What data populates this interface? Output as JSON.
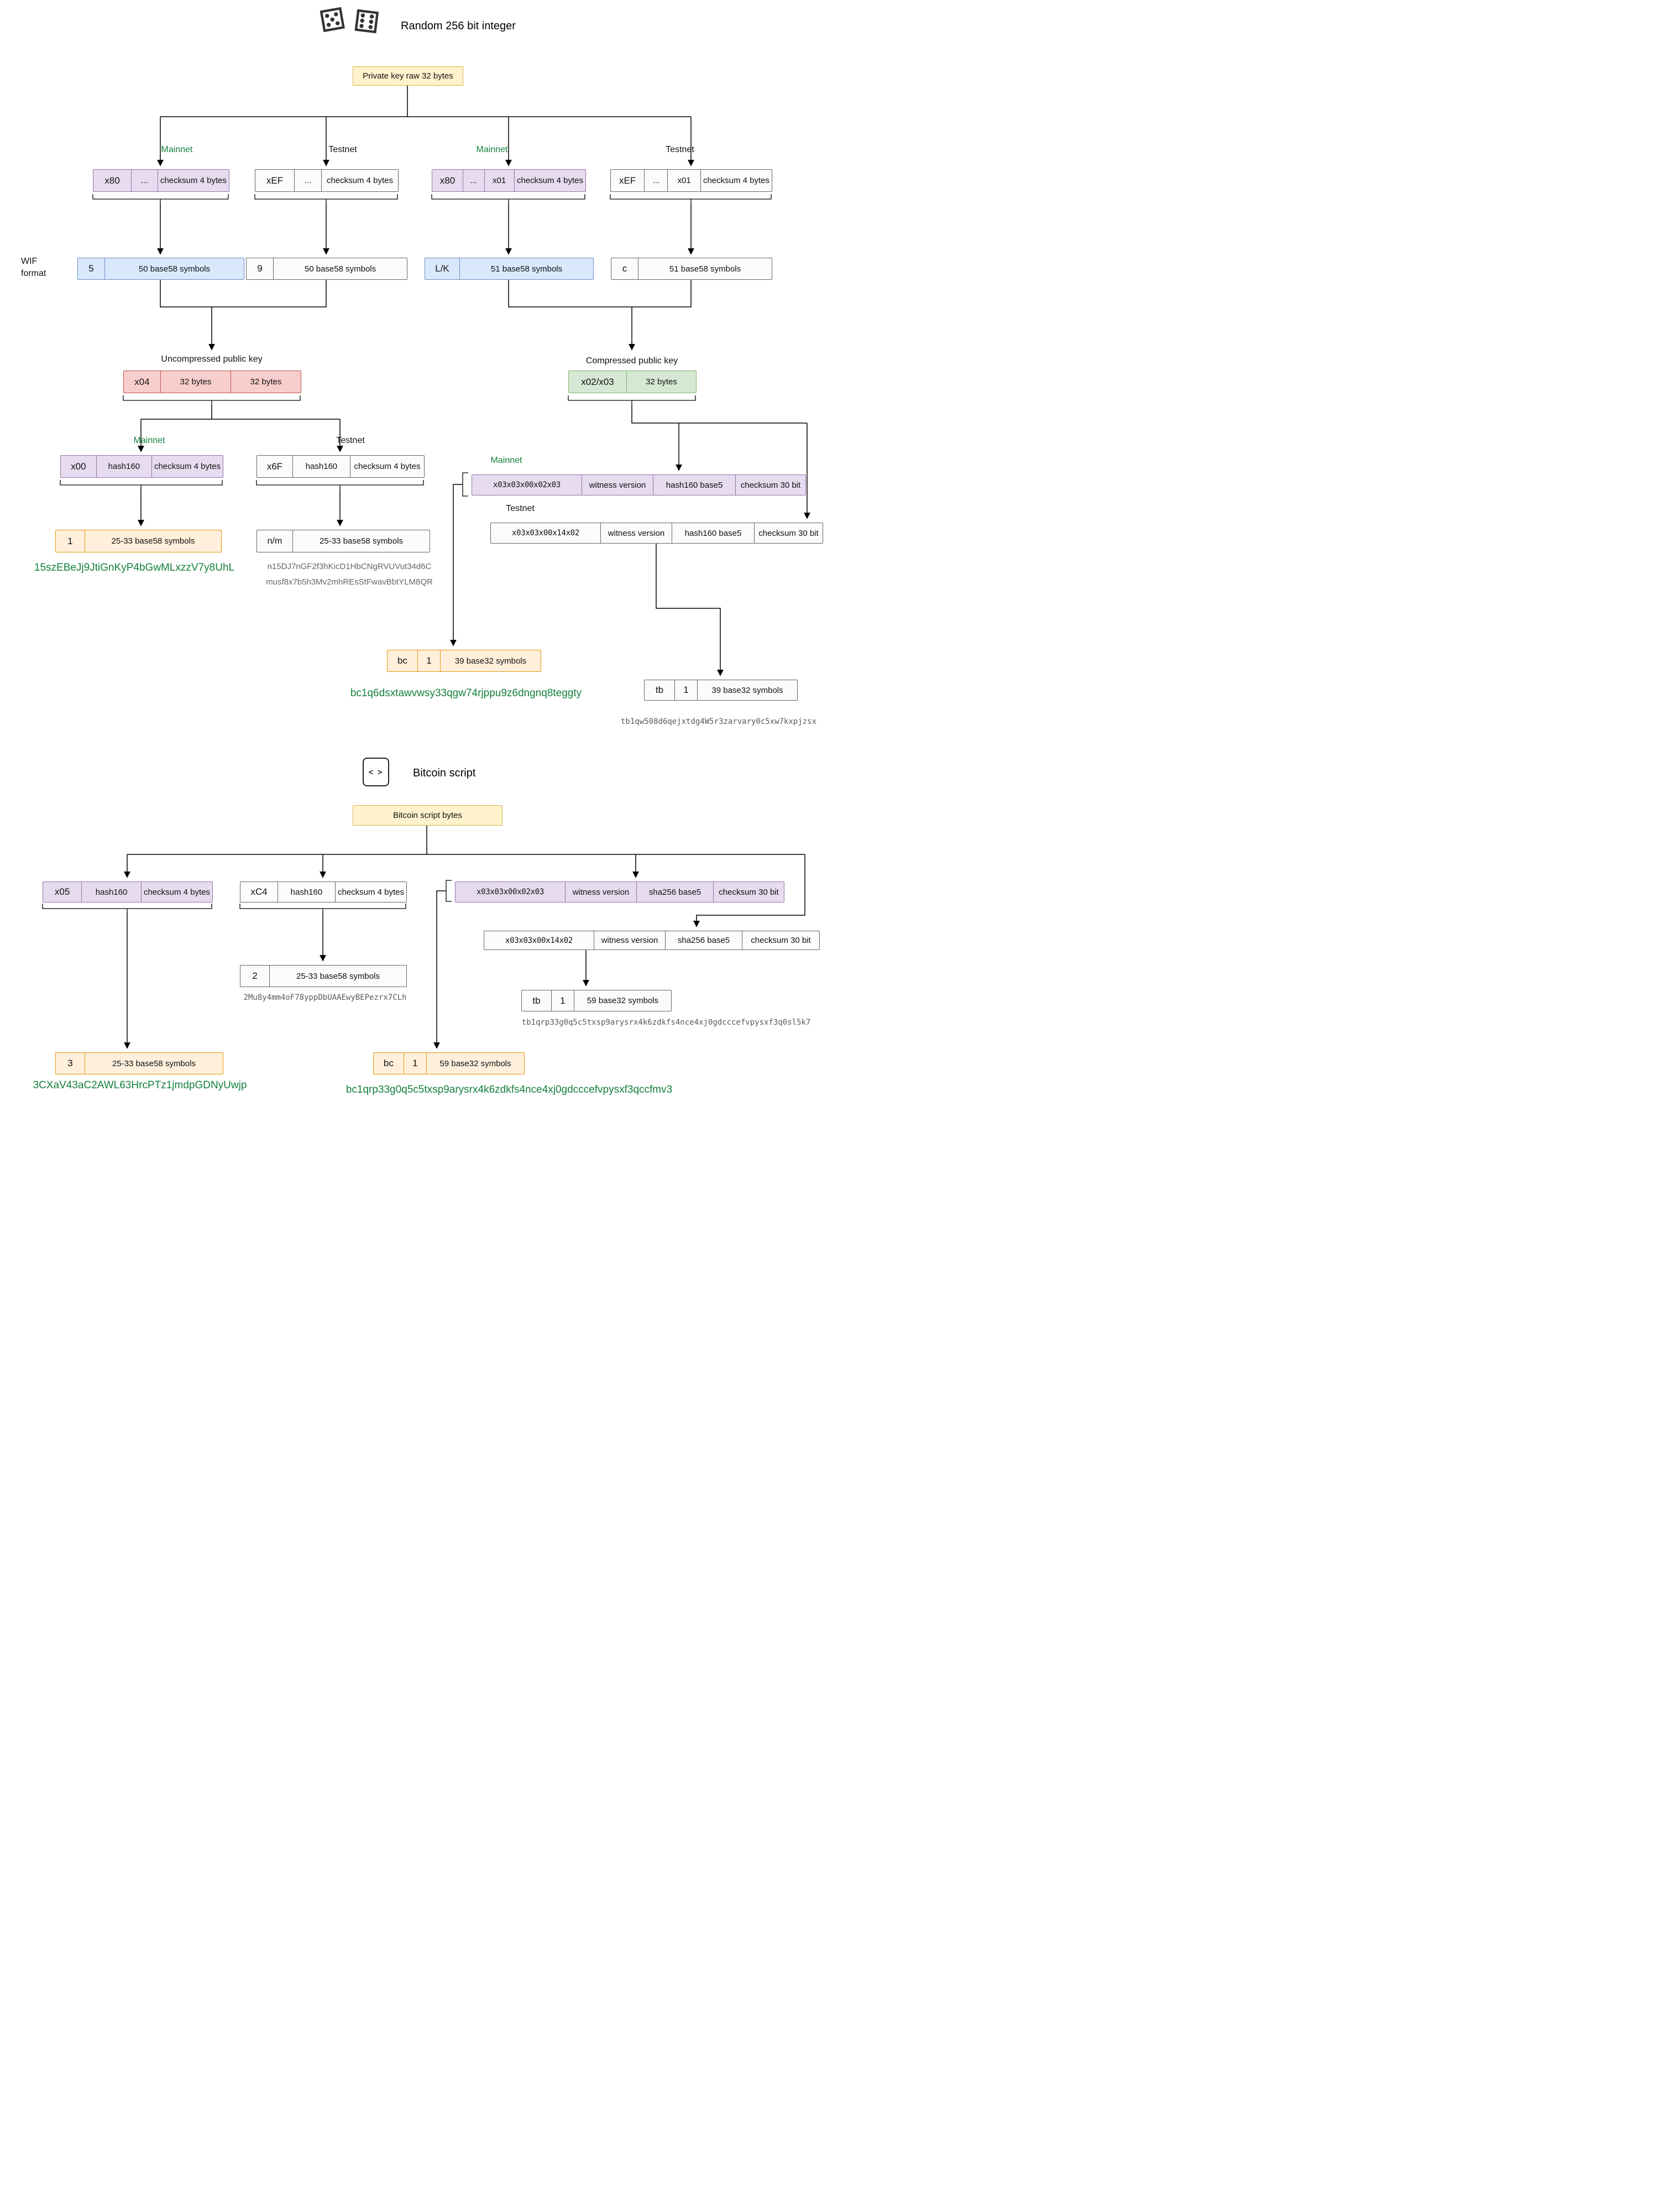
{
  "colors": {
    "yellow-fill": "#FFF2CC",
    "yellow-stroke": "#D6B656",
    "purple-fill": "#E7DBEF",
    "purple-stroke": "#9673A6",
    "gray-fill": "#FBFBFB",
    "gray-stroke": "#666666",
    "blue-fill": "#DAE8FC",
    "blue-stroke": "#6C8EBF",
    "red-fill": "#F8CECC",
    "red-stroke": "#B85450",
    "green-fill": "#D5E8D4",
    "green-stroke": "#82B366",
    "orange-fill": "#FFEFDB",
    "orange-stroke": "#E8960C",
    "accent-green-text": "#15803D",
    "muted-text": "#666666",
    "wire": "#000000"
  },
  "icons": {
    "die_left": "⚄",
    "die_right": "⚅",
    "script_code": "< >"
  },
  "header": {
    "title": "Random 256 bit integer"
  },
  "private_key": {
    "label": "Private key raw 32 bytes"
  },
  "branches": {
    "mainnet_a": "Mainnet",
    "testnet_a": "Testnet",
    "mainnet_b": "Mainnet",
    "testnet_b": "Testnet"
  },
  "priv_enc": {
    "mainnet_unc": {
      "s0": "x80",
      "s1": "...",
      "s2": "checksum 4 bytes"
    },
    "testnet_unc": {
      "s0": "xEF",
      "s1": "...",
      "s2": "checksum 4 bytes"
    },
    "mainnet_comp": {
      "s0": "x80",
      "s1": "...",
      "s2": "x01",
      "s3": "checksum 4 bytes"
    },
    "testnet_comp": {
      "s0": "xEF",
      "s1": "...",
      "s2": "x01",
      "s3": "checksum 4 bytes"
    }
  },
  "wif": {
    "label": "WIF format",
    "mainnet_unc": {
      "prefix": "5",
      "body": "50 base58 symbols"
    },
    "testnet_unc": {
      "prefix": "9",
      "body": "50 base58 symbols"
    },
    "mainnet_comp": {
      "prefix": "L/K",
      "body": "51 base58 symbols"
    },
    "testnet_comp": {
      "prefix": "c",
      "body": "51 base58 symbols"
    }
  },
  "pubkey": {
    "uncompressed_label": "Uncompressed public key",
    "uncompressed": {
      "s0": "x04",
      "s1": "32 bytes",
      "s2": "32 bytes"
    },
    "compressed_label": "Compressed public key",
    "compressed": {
      "s0": "x02/x03",
      "s1": "32 bytes"
    }
  },
  "p2pkh": {
    "mainnet_label": "Mainnet",
    "testnet_label": "Testnet",
    "mainnet_bytes": {
      "s0": "x00",
      "s1": "hash160",
      "s2": "checksum 4 bytes"
    },
    "testnet_bytes": {
      "s0": "x6F",
      "s1": "hash160",
      "s2": "checksum 4 bytes"
    },
    "mainnet_addr": {
      "prefix": "1",
      "body": "25-33 base58 symbols",
      "example": "15szEBeJj9JtiGnKyP4bGwMLxzzV7y8UhL"
    },
    "testnet_addr": {
      "prefix": "n/m",
      "body": "25-33 base58 symbols",
      "example_line1": "n15DJ7nGF2f3hKicD1HbCNgRVUVut34d6C",
      "example_line2": "musf8x7b5h3Mv2mhREsStFwavBbtYLM8QR"
    }
  },
  "p2wpkh": {
    "mainnet_label": "Mainnet",
    "testnet_label": "Testnet",
    "mainnet_bytes": {
      "s0": "x03x03x00x02x03",
      "s1": "witness version",
      "s2": "hash160 base5",
      "s3": "checksum 30 bit"
    },
    "testnet_bytes": {
      "s0": "x03x03x00x14x02",
      "s1": "witness version",
      "s2": "hash160 base5",
      "s3": "checksum 30 bit"
    },
    "mainnet_addr": {
      "hrp": "bc",
      "sep": "1",
      "body": "39 base32 symbols",
      "example": "bc1q6dsxtawvwsy33qgw74rjppu9z6dngnq8teggty"
    },
    "testnet_addr": {
      "hrp": "tb",
      "sep": "1",
      "body": "39 base32 symbols",
      "example": "tb1qw508d6qejxtdg4W5r3zarvary0c5xw7kxpjzsx"
    }
  },
  "script": {
    "title": "Bitcoin script",
    "bytes_label": "Bitcoin script bytes",
    "p2sh_mainnet_bytes": {
      "s0": "x05",
      "s1": "hash160",
      "s2": "checksum 4 bytes"
    },
    "p2sh_testnet_bytes": {
      "s0": "xC4",
      "s1": "hash160",
      "s2": "checksum 4 bytes"
    },
    "p2wsh_mainnet_bytes": {
      "s0": "x03x03x00x02x03",
      "s1": "witness version",
      "s2": "sha256 base5",
      "s3": "checksum 30 bit"
    },
    "p2wsh_testnet_bytes": {
      "s0": "x03x03x00x14x02",
      "s1": "witness version",
      "s2": "sha256 base5",
      "s3": "checksum 30 bit"
    },
    "p2sh_testnet_addr": {
      "prefix": "2",
      "body": "25-33 base58 symbols",
      "example": "2Mu8y4mm4oF78yppDbUAAEwyBEPezrx7CLh"
    },
    "p2wsh_testnet_addr": {
      "hrp": "tb",
      "sep": "1",
      "body": "59 base32 symbols",
      "example": "tb1qrp33g0q5c5txsp9arysrx4k6zdkfs4nce4xj0gdcccefvpysxf3q0sl5k7"
    },
    "p2sh_mainnet_addr": {
      "prefix": "3",
      "body": "25-33 base58 symbols",
      "example": "3CXaV43aC2AWL63HrcPTz1jmdpGDNyUwjp"
    },
    "p2wsh_mainnet_addr": {
      "hrp": "bc",
      "sep": "1",
      "body": "59 base32 symbols",
      "example": "bc1qrp33g0q5c5txsp9arysrx4k6zdkfs4nce4xj0gdcccefvpysxf3qccfmv3"
    }
  }
}
